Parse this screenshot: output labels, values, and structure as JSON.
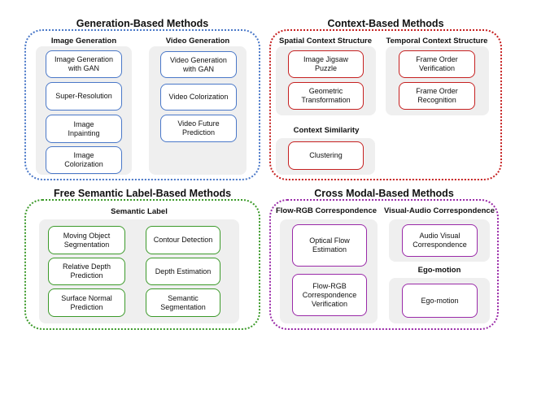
{
  "colors": {
    "generation": "#4a78c8",
    "context": "#c62020",
    "semantic": "#3c9a2a",
    "crossmodal": "#9a2aa8",
    "panel": "#efefef"
  },
  "generation": {
    "title": "Generation-Based Methods",
    "image": {
      "heading": "Image Generation",
      "items": [
        "Image Generation\nwith GAN",
        "Super-Resolution",
        "Image\nInpainting",
        "Image\nColorization"
      ]
    },
    "video": {
      "heading": "Video Generation",
      "items": [
        "Video Generation\nwith GAN",
        "Video Colorization",
        "Video Future\nPrediction"
      ]
    }
  },
  "context": {
    "title": "Context-Based Methods",
    "spatial": {
      "heading": "Spatial Context Structure",
      "items": [
        "Image Jigsaw\nPuzzle",
        "Geometric\nTransformation"
      ]
    },
    "temporal": {
      "heading": "Temporal Context Structure",
      "items": [
        "Frame Order\nVerification",
        "Frame Order\nRecognition"
      ]
    },
    "similarity": {
      "heading": "Context Similarity",
      "items": [
        "Clustering"
      ]
    }
  },
  "semantic": {
    "title": "Free Semantic Label-Based Methods",
    "label": {
      "heading": "Semantic Label",
      "left": [
        "Moving Object\nSegmentation",
        "Relative Depth\nPrediction",
        "Surface Normal\nPrediction"
      ],
      "right": [
        "Contour Detection",
        "Depth Estimation",
        "Semantic\nSegmentation"
      ]
    }
  },
  "crossmodal": {
    "title": "Cross Modal-Based Methods",
    "flow": {
      "heading": "Flow-RGB Correspondence",
      "items": [
        "Optical Flow\nEstimation",
        "Flow-RGB\nCorrespondence\nVerification"
      ]
    },
    "audio": {
      "heading": "Visual-Audio Correspondence",
      "items": [
        "Audio Visual\nCorrespondence"
      ]
    },
    "ego": {
      "heading": "Ego-motion",
      "items": [
        "Ego-motion"
      ]
    }
  }
}
